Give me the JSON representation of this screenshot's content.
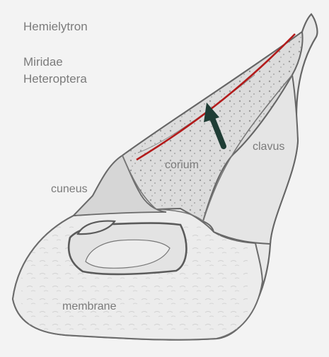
{
  "header": {
    "title": "Hemielytron",
    "taxon_family": "Miridae",
    "taxon_order": "Heteroptera"
  },
  "labels": {
    "cuneus": "cuneus",
    "corium": "corium",
    "clavus": "clavus",
    "membrane": "membrane"
  },
  "colors": {
    "background": "#f3f3f3",
    "outline": "#666666",
    "highlight_line": "#b31b1b",
    "arrow": "#1f3d35",
    "text": "#7b7b7b"
  }
}
